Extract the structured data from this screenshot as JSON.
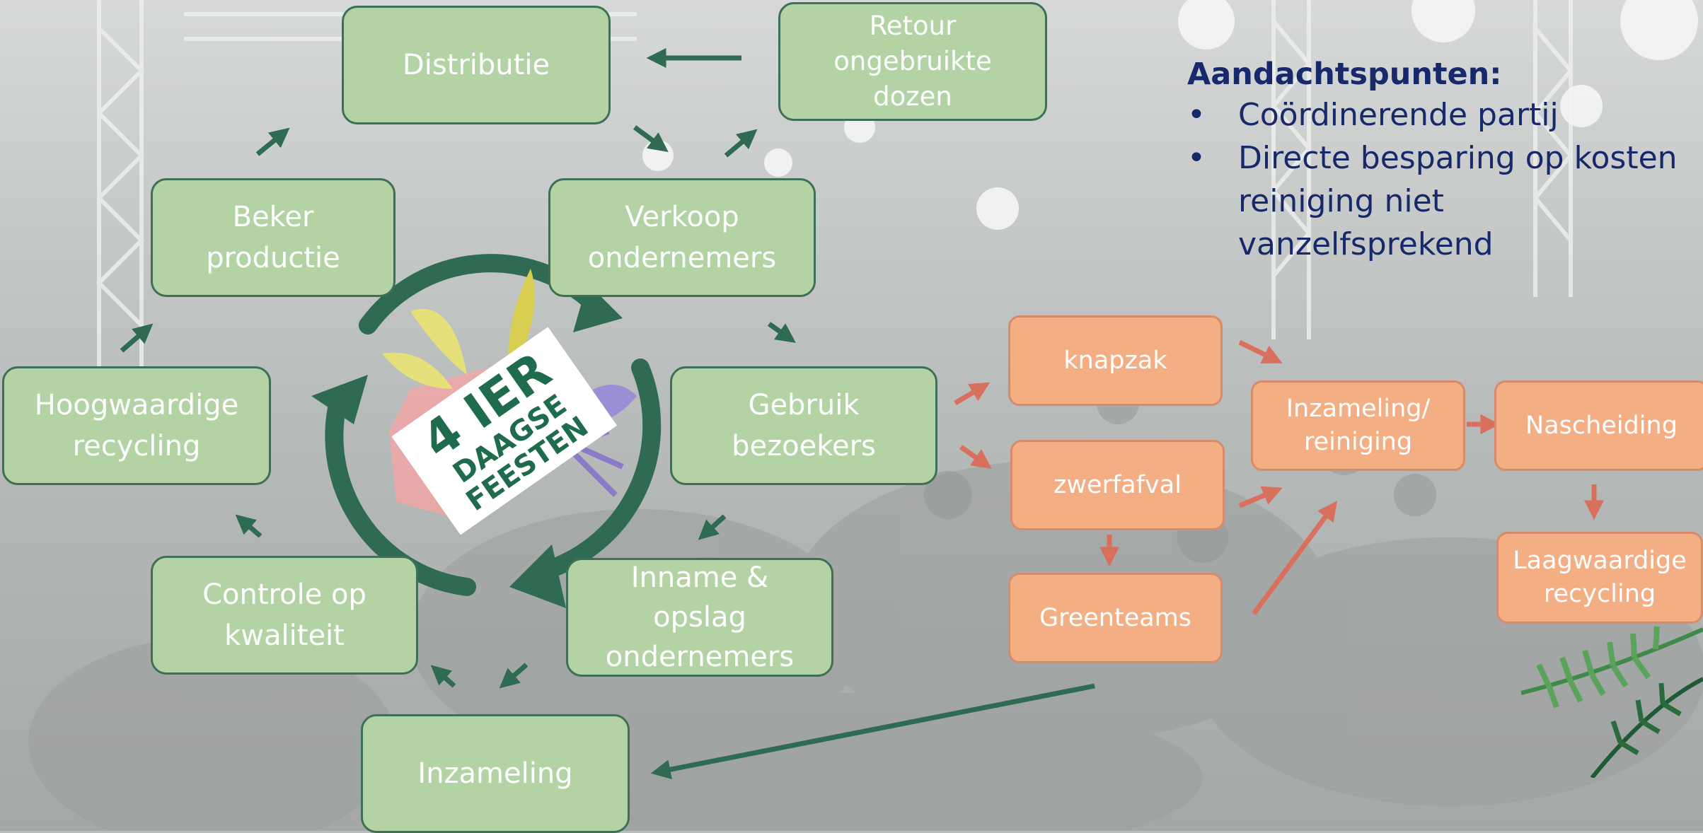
{
  "colors": {
    "green_fill": "#b3d3a4",
    "green_border": "#3f6f56",
    "green_arrow": "#2f6a52",
    "orange_fill": "#f3ae84",
    "orange_arrow": "#d8705d",
    "notes_text": "#17286b"
  },
  "cycle_nodes": {
    "distributie": "Distributie",
    "retour": "Retour ongebruikte dozen",
    "beker": "Beker productie",
    "verkoop": "Verkoop ondernemers",
    "hoogwaardig": "Hoogwaardige recycling",
    "gebruik": "Gebruik bezoekers",
    "controle": "Controle op kwaliteit",
    "inname": "Inname & opslag ondernemers",
    "inzameling": "Inzameling"
  },
  "waste_nodes": {
    "knapzak": "knapzak",
    "zwerfafval": "zwerfafval",
    "greenteams": "Greenteams",
    "inzameling_reiniging": "Inzameling/ reiniging",
    "nascheiding": "Nascheiding",
    "laagwaardig": "Laagwaardige recycling"
  },
  "notes": {
    "title": "Aandachtspunten:",
    "items": [
      "Coördinerende partij",
      "Directe besparing op kosten reiniging niet vanzelfsprekend"
    ]
  },
  "logo": {
    "line1": "4 IER",
    "line2": "DAAGSE",
    "line3": "FEESTEN"
  }
}
